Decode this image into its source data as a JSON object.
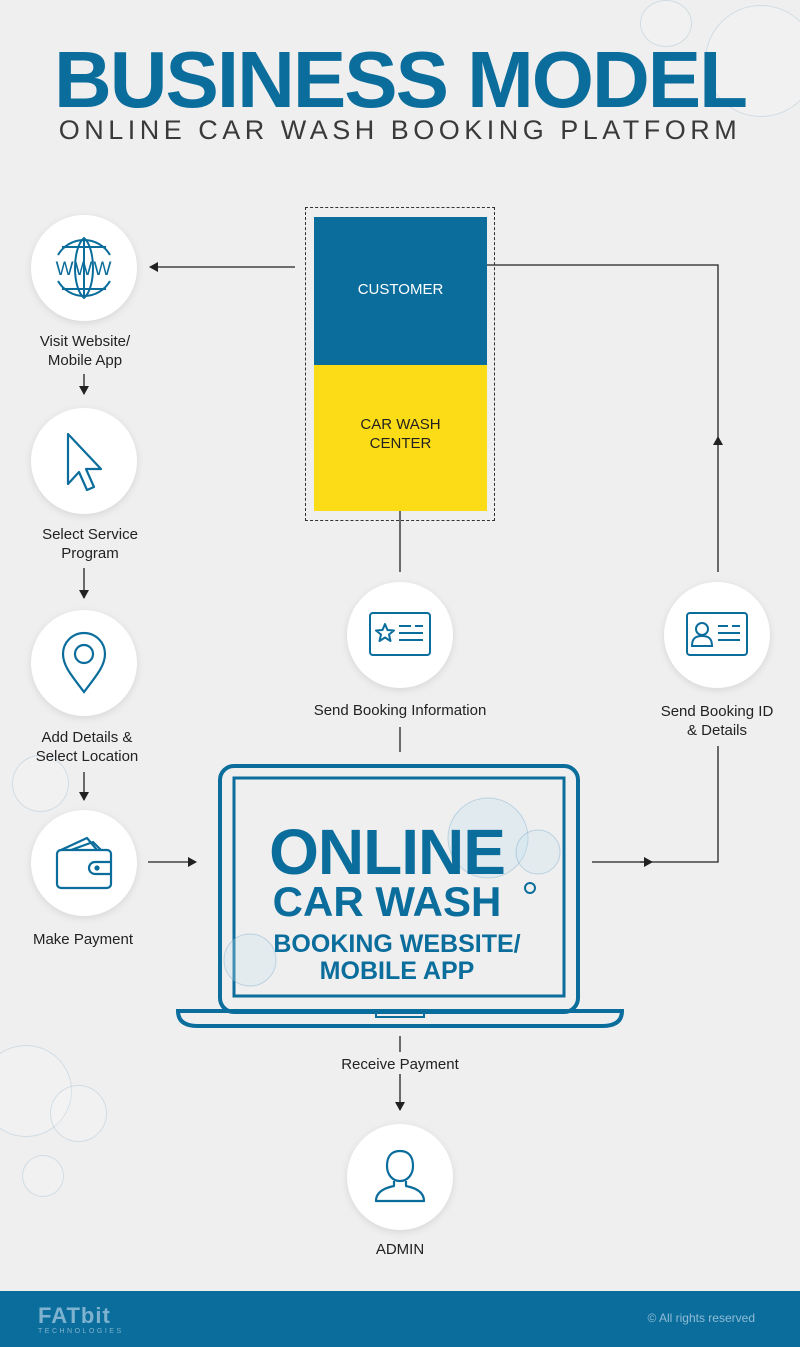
{
  "header": {
    "title": "BUSINESS MODEL",
    "subtitle": "ONLINE CAR WASH BOOKING  PLATFORM"
  },
  "box": {
    "customer": "CUSTOMER",
    "car_wash_center_line1": "CAR WASH",
    "car_wash_center_line2": "CENTER"
  },
  "steps": {
    "visit_line1": "Visit Website/",
    "visit_line2": "Mobile App",
    "select_line1": "Select Service",
    "select_line2": "Program",
    "details_line1": "Add Details &",
    "details_line2": "Select Location",
    "payment": "Make Payment"
  },
  "center_labels": {
    "send_booking_info": "Send Booking Information",
    "send_booking_id_line1": "Send Booking ID",
    "send_booking_id_line2": "& Details",
    "receive_payment": "Receive Payment",
    "admin": "ADMIN"
  },
  "laptop": {
    "line1": "ONLINE",
    "line2": "CAR WASH",
    "line3": "BOOKING WEBSITE/",
    "line4": "MOBILE APP"
  },
  "footer": {
    "logo_main": "FATbit",
    "logo_sub": "TECHNOLOGIES",
    "rights": "©  All rights reserved"
  },
  "colors": {
    "brand_blue": "#0b6d9c",
    "yellow": "#fcdc17",
    "background": "#efefef"
  },
  "icons": [
    "www-globe-icon",
    "cursor-icon",
    "location-pin-icon",
    "wallet-icon",
    "booking-card-star-icon",
    "id-card-icon",
    "user-icon"
  ]
}
